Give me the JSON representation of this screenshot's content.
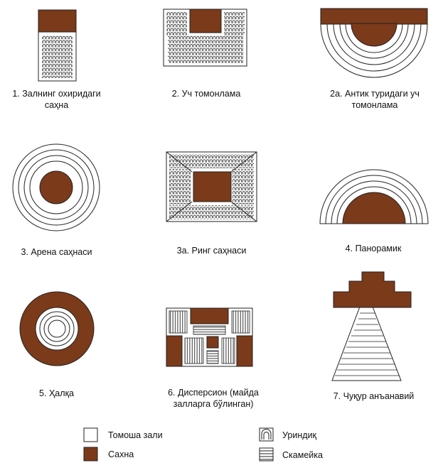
{
  "colors": {
    "stage": "#7B3A1A",
    "hall": "#FFFFFF",
    "line": "#222222"
  },
  "diagrams": [
    {
      "id": "end-stage",
      "caption": "1. Залнинг охиридаги саҳна"
    },
    {
      "id": "three-sided",
      "caption": "2. Уч томонлама"
    },
    {
      "id": "antique-three-sided",
      "caption": "2а. Антик туридаги уч томонлама"
    },
    {
      "id": "arena",
      "caption": "3. Арена саҳнаси"
    },
    {
      "id": "ring",
      "caption": "3а. Ринг саҳнаси"
    },
    {
      "id": "panoramic",
      "caption": "4. Панорамик"
    },
    {
      "id": "circle",
      "caption": "5. Ҳалқа"
    },
    {
      "id": "dispersed",
      "caption": "6. Дисперсион (майда залларга бўлинган)"
    },
    {
      "id": "deep-traditional",
      "caption": "7. Чуқур анъанавий"
    }
  ],
  "legend": [
    {
      "id": "auditorium",
      "label": "Томоша зали",
      "icon": "white-square-icon"
    },
    {
      "id": "stage",
      "label": "Сахна",
      "icon": "brown-square-icon"
    },
    {
      "id": "seat",
      "label": "Уриндиқ",
      "icon": "seat-icon"
    },
    {
      "id": "bench",
      "label": "Скамейка",
      "icon": "bench-icon"
    }
  ]
}
